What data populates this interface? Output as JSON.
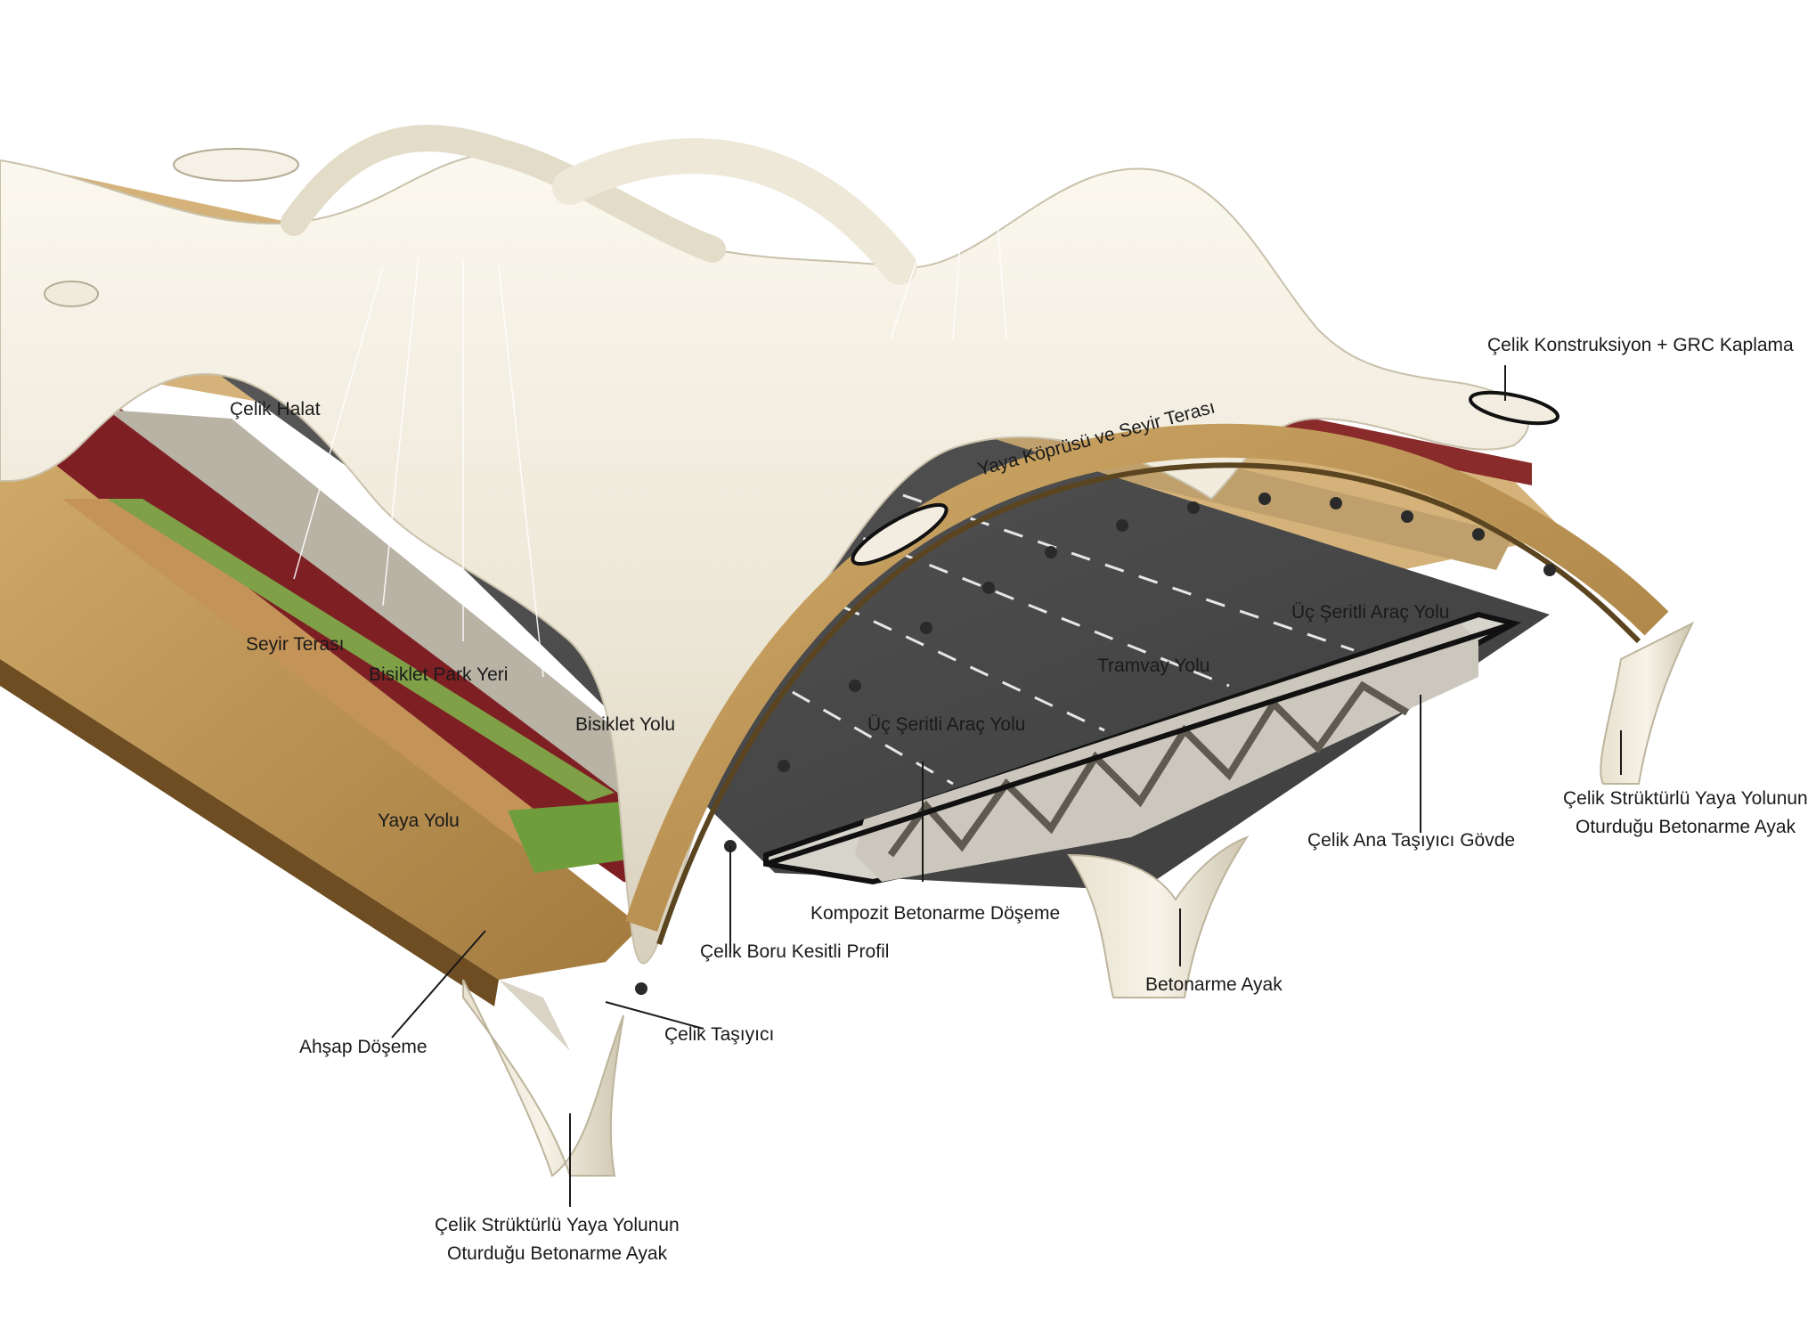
{
  "labels": {
    "celik_konstruksiyon": "Çelik Konstruksiyon + GRC  Kaplama",
    "yaya_koprusu": "Yaya Köprüsü ve Seyir Terası",
    "celik_halat": "Çelik Halat",
    "seyir_terasi": "Seyir Terası",
    "bisiklet_park": "Bisiklet Park Yeri",
    "bisiklet_yolu": "Bisiklet Yolu",
    "yaya_yolu": "Yaya Yolu",
    "uc_seritli_right": "Üç Şeritli Araç Yolu",
    "tramvay_yolu": "Tramvay Yolu",
    "uc_seritli_center": "Üç Şeritli Araç Yolu",
    "celik_ana_tasiyici": "Çelik Ana Taşıyıcı Gövde",
    "right_leg_line1": "Çelik Strüktürlü Yaya Yolunun",
    "right_leg_line2": "Oturduğu Betonarme Ayak",
    "kompozit": "Kompozit Betonarme Döşeme",
    "celik_boru": "Çelik Boru Kesitli Profil",
    "betonarme_ayak": "Betonarme Ayak",
    "ahsap": "Ahşap Döşeme",
    "celik_tasiyici": "Çelik Taşıyıcı",
    "left_leg_line1": "Çelik Strüktürlü Yaya Yolunun",
    "left_leg_line2": "Oturduğu Betonarme Ayak"
  }
}
